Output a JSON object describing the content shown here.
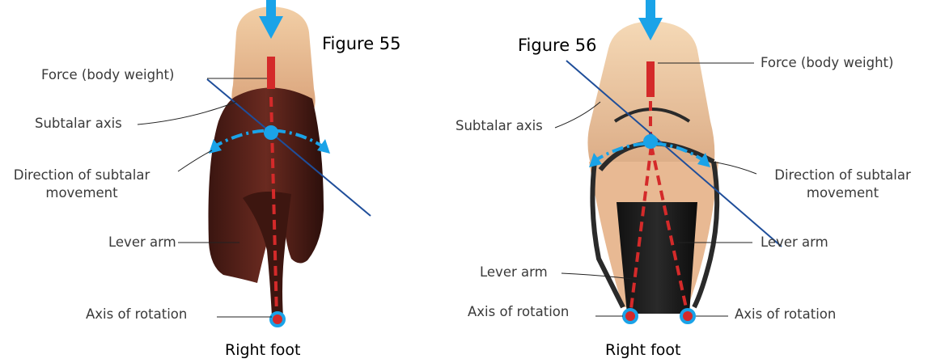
{
  "figure1": {
    "title": "Figure 55",
    "caption": "Right foot",
    "labels": {
      "force": "Force (body weight)",
      "subtalar_axis": "Subtalar axis",
      "direction_line1": "Direction of subtalar",
      "direction_line2": "movement",
      "lever_arm": "Lever arm",
      "axis_of_rotation": "Axis of rotation"
    }
  },
  "figure2": {
    "title": "Figure 56",
    "caption": "Right foot",
    "labels": {
      "force": "Force (body weight)",
      "subtalar_axis": "Subtalar axis",
      "direction_line1": "Direction of subtalar",
      "direction_line2": "movement",
      "lever_arm_right": "Lever arm",
      "lever_arm_left": "Lever arm",
      "axis_left": "Axis of rotation",
      "axis_right": "Axis of rotation"
    }
  },
  "colors": {
    "force_arrow": "#1aa3e8",
    "force_bar": "#d42a2a",
    "axis_line": "#1f4e9a",
    "leader": "#222222"
  }
}
